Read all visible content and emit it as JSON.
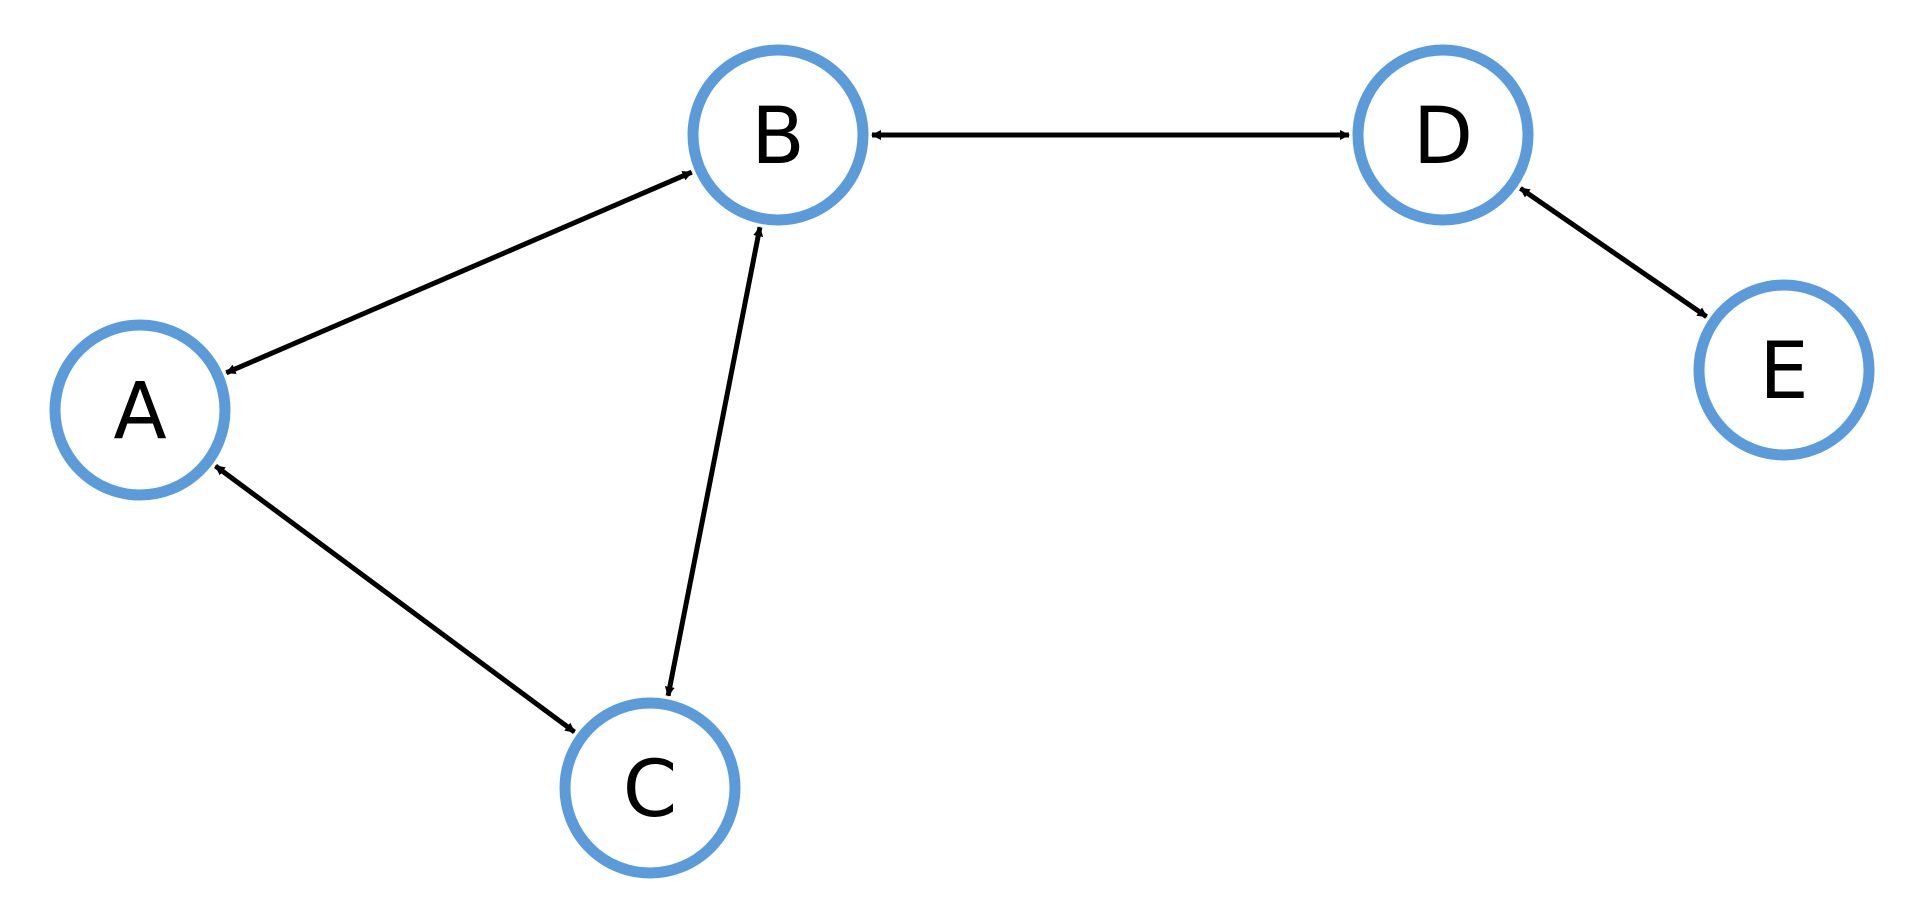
{
  "colors": {
    "node_stroke": "#5b9bd9",
    "edge": "#000000"
  },
  "nodes": [
    {
      "id": "A",
      "label": "A"
    },
    {
      "id": "B",
      "label": "B"
    },
    {
      "id": "C",
      "label": "C"
    },
    {
      "id": "D",
      "label": "D"
    },
    {
      "id": "E",
      "label": "E"
    }
  ],
  "edges": [
    {
      "from": "A",
      "to": "B",
      "direction": "both"
    },
    {
      "from": "A",
      "to": "C",
      "direction": "both"
    },
    {
      "from": "B",
      "to": "C",
      "direction": "both"
    },
    {
      "from": "B",
      "to": "D",
      "direction": "both"
    },
    {
      "from": "D",
      "to": "E",
      "direction": "both"
    }
  ]
}
